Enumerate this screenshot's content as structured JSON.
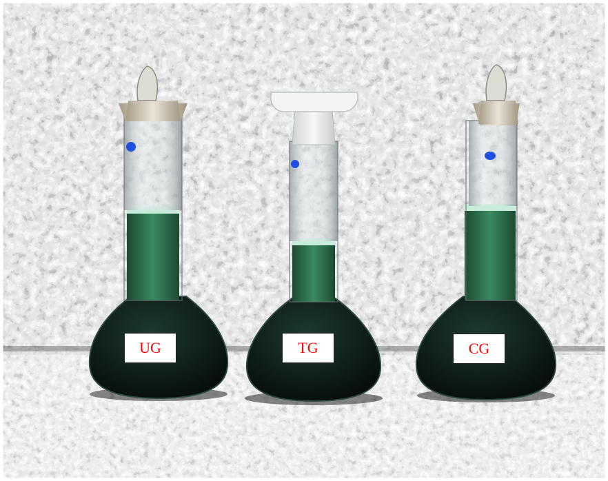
{
  "labels": {
    "ug": "UG",
    "tg": "TG",
    "cg": "CG"
  },
  "colors": {
    "label_text": "#ff0000",
    "solution_top": "#2f7a52",
    "solution_dark": "#0e1a16",
    "foam": "#c8ecdc",
    "granite_wall": "#8f8f8f",
    "granite_counter": "#a8a8a8",
    "blue_mark": "#1f4fe0"
  },
  "flasks": [
    {
      "id": "UG",
      "stopper": "glass",
      "fill_level_fraction": 0.42
    },
    {
      "id": "TG",
      "stopper": "plastic",
      "fill_level_fraction": 0.32
    },
    {
      "id": "CG",
      "stopper": "glass",
      "fill_level_fraction": 0.44
    }
  ]
}
